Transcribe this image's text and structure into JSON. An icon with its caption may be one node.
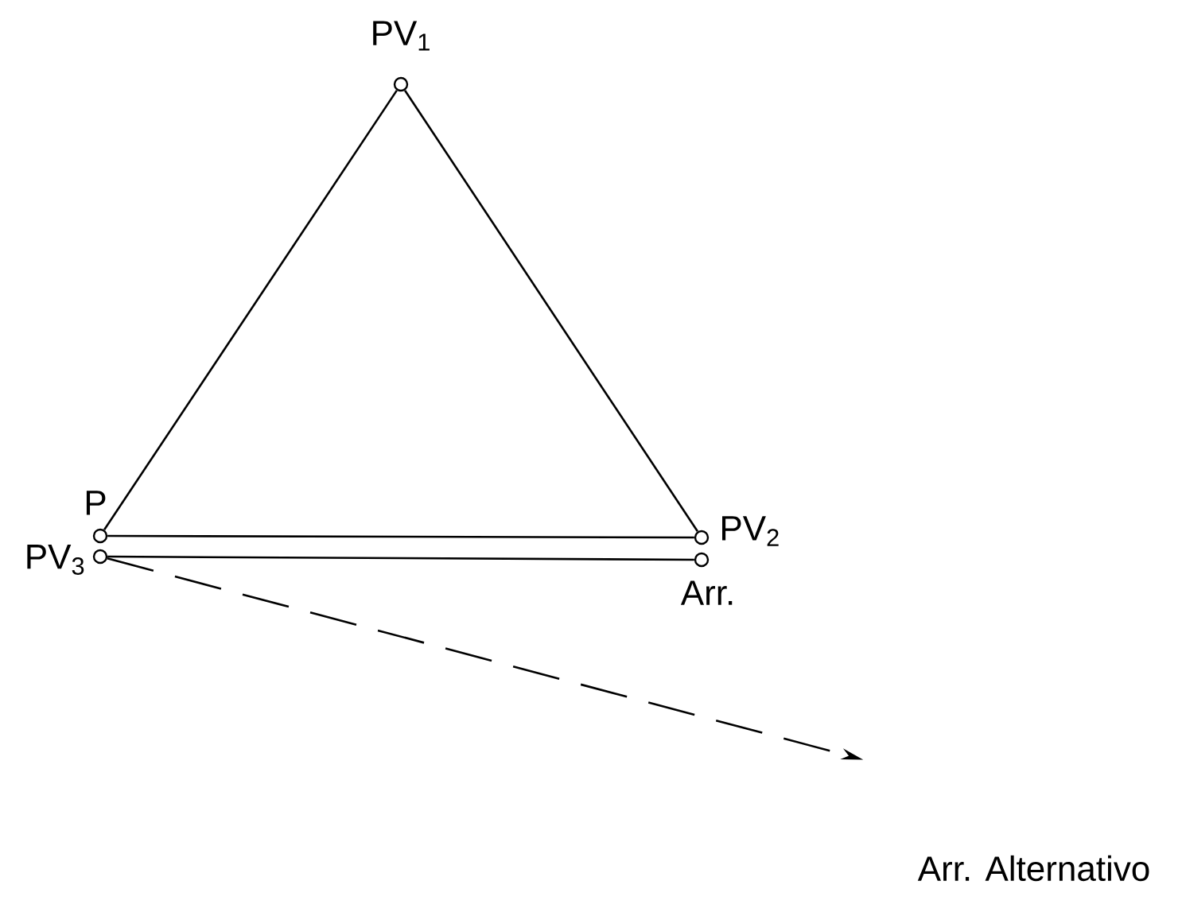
{
  "diagram": {
    "nodes": [
      {
        "text": [],
        "shape": "circle",
        "beside": [
          "PV$_{1}$"
        ]
      },
      {
        "text": [],
        "shape": "circle",
        "beside": [
          "P"
        ]
      },
      {
        "text": [],
        "shape": "circle",
        "beside": [
          "PV$_{2}$"
        ]
      },
      {
        "text": [],
        "shape": "circle",
        "beside": [
          "PV$_{3}$"
        ]
      },
      {
        "text": [],
        "shape": "circle",
        "beside": [
          "Arr."
        ]
      },
      {
        "text": [
          "Arr. Alternativo"
        ]
      }
    ],
    "edges": [
      {
        "from": 0,
        "to": 1,
        "arrow": "none"
      },
      {
        "from": 0,
        "to": 2,
        "arrow": "none"
      },
      {
        "from": 1,
        "to": 2,
        "arrow": "none"
      },
      {
        "from": 3,
        "to": 4,
        "arrow": "none"
      },
      {
        "from": 3,
        "to": 5,
        "arrow": "to",
        "style": "dashed"
      }
    ]
  }
}
